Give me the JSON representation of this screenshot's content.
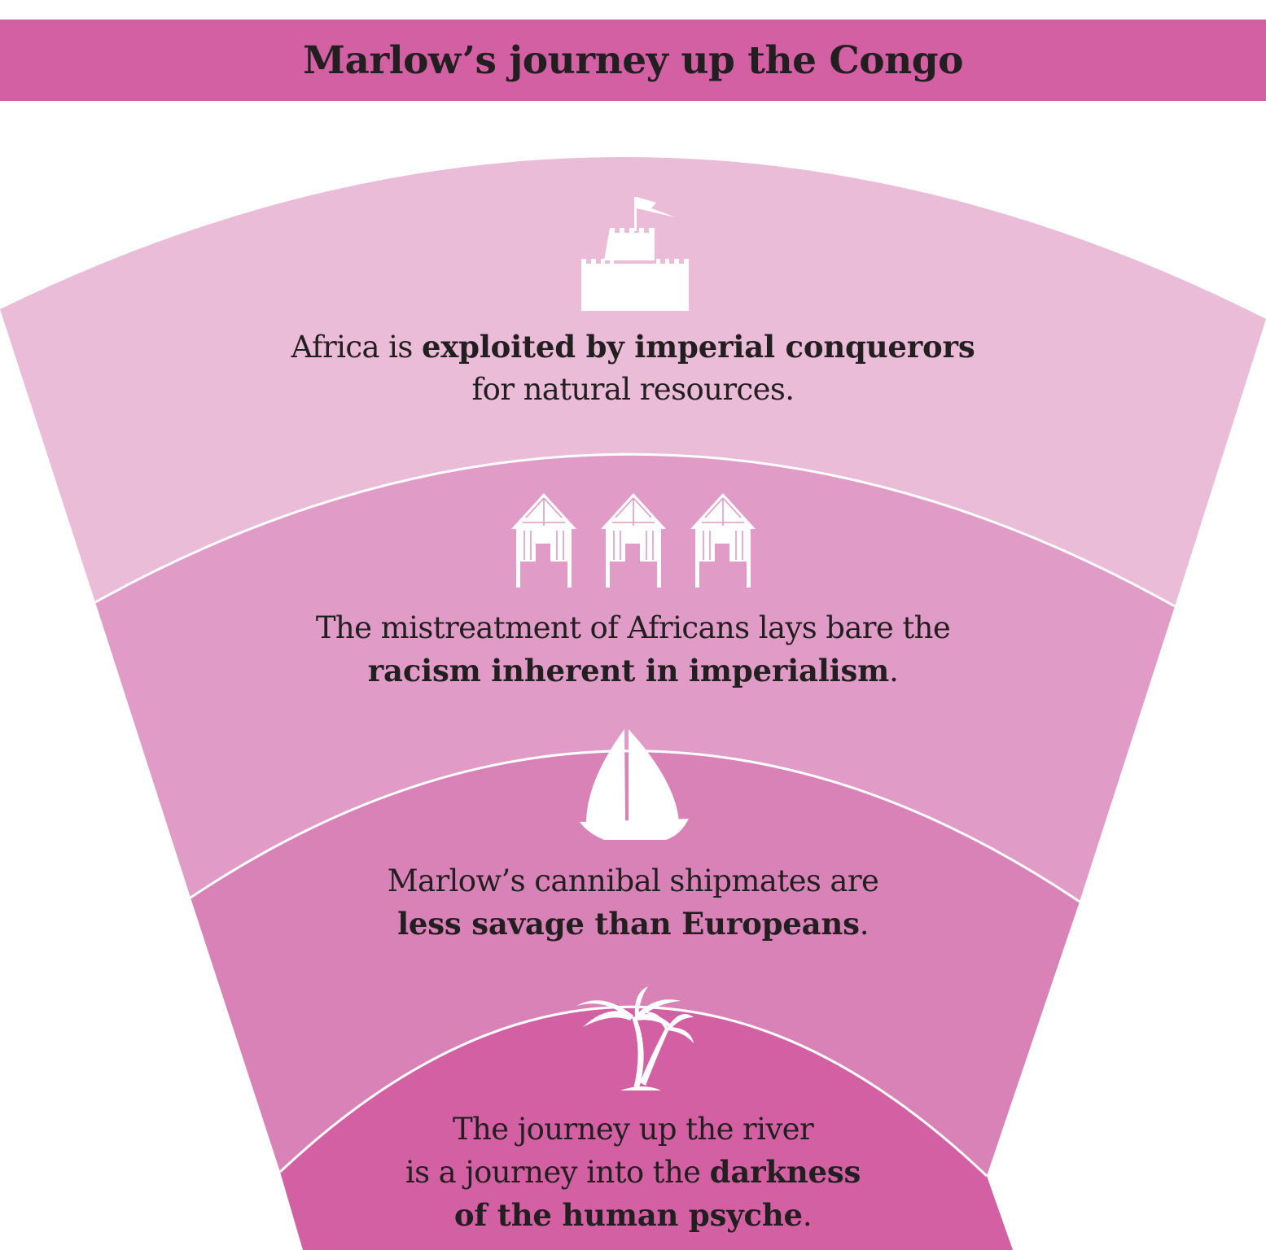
{
  "title": "Marlow’s journey up the Congo",
  "colors": {
    "title_bar": "#d260a3",
    "layer1": "#eabcd8",
    "layer2": "#e09cc6",
    "layer3": "#d882b7",
    "layer4": "#d260a3",
    "separator": "#ffffff",
    "text": "#231f20"
  },
  "layers": [
    {
      "icon": "castle-icon",
      "lines": [
        [
          {
            "t": "Africa is ",
            "b": false
          },
          {
            "t": "exploited by imperial conquerors",
            "b": true
          }
        ],
        [
          {
            "t": "for natural resources.",
            "b": false
          }
        ]
      ]
    },
    {
      "icon": "huts-icon",
      "lines": [
        [
          {
            "t": "The mistreatment of Africans lays bare the",
            "b": false
          }
        ],
        [
          {
            "t": "racism inherent in imperialism",
            "b": true
          },
          {
            "t": ".",
            "b": false
          }
        ]
      ]
    },
    {
      "icon": "sailboat-icon",
      "lines": [
        [
          {
            "t": "Marlow’s cannibal shipmates are",
            "b": false
          }
        ],
        [
          {
            "t": "less savage than Europeans",
            "b": true
          },
          {
            "t": ".",
            "b": false
          }
        ]
      ]
    },
    {
      "icon": "palm-trees-icon",
      "lines": [
        [
          {
            "t": "The journey up the river",
            "b": false
          }
        ],
        [
          {
            "t": "is a journey into the ",
            "b": false
          },
          {
            "t": "darkness",
            "b": true
          }
        ],
        [
          {
            "t": "of the human psyche",
            "b": true
          },
          {
            "t": ".",
            "b": false
          }
        ]
      ]
    }
  ]
}
